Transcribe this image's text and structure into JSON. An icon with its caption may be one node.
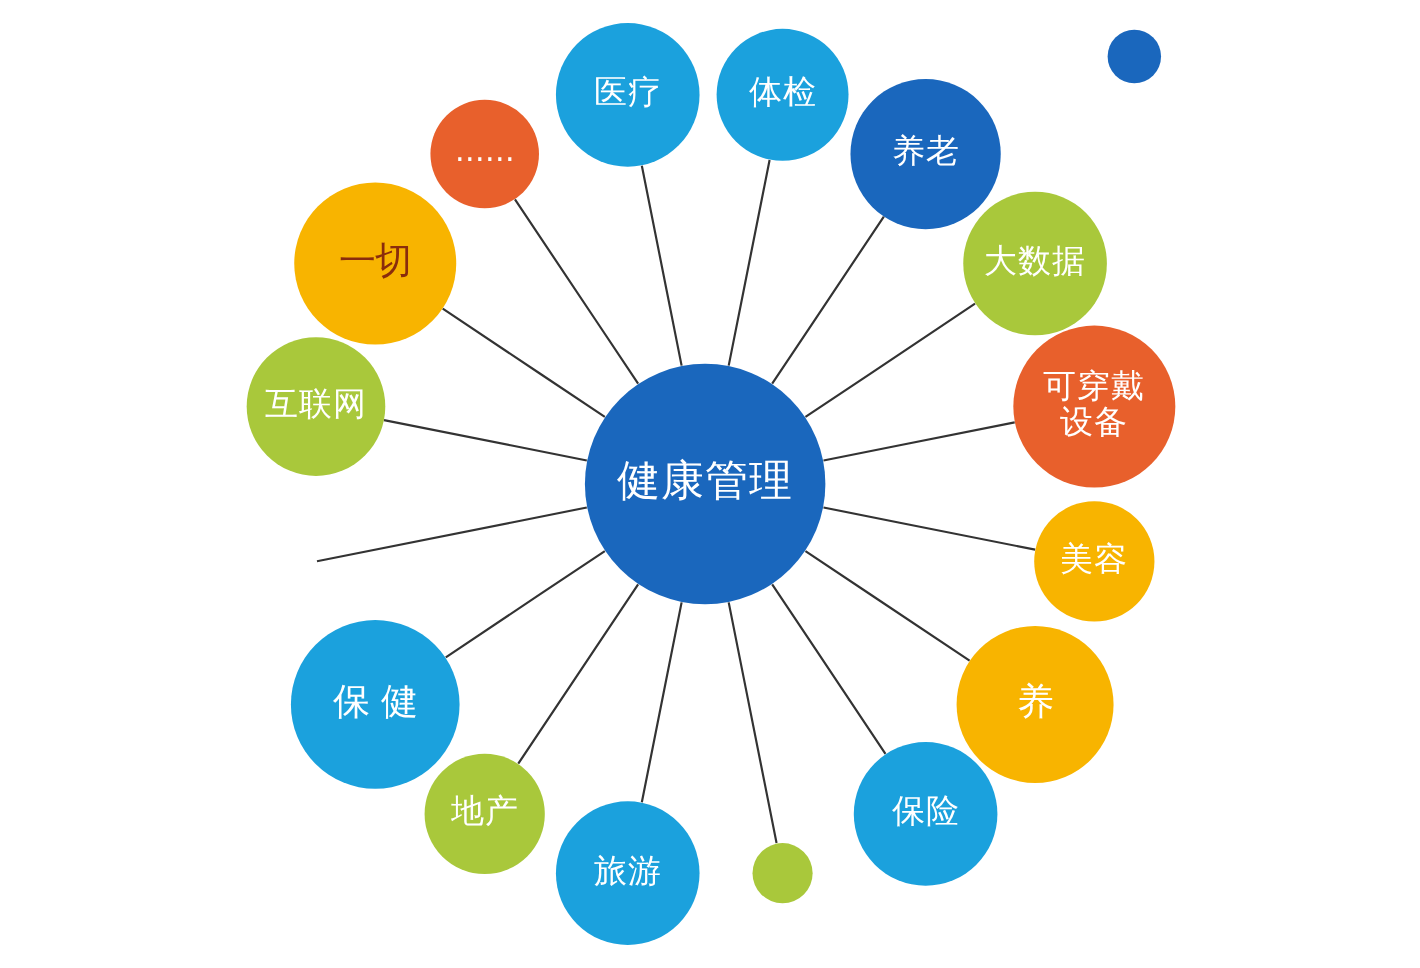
{
  "diagram": {
    "nodes": [
      {
        "text": [
          "医疗"
        ]
      },
      {
        "text": [
          "养老"
        ]
      },
      {
        "text": [
          "体检"
        ]
      },
      {
        "text": [
          "大数据"
        ]
      },
      {
        "text": [
          "一切"
        ]
      },
      {
        "text": [
          "……"
        ]
      },
      {
        "text": [],
        "shape": "circle"
      },
      {
        "text": [
          "可穿戴设备"
        ]
      },
      {
        "text": [
          "互联网"
        ]
      },
      {
        "text": [
          "健康管理"
        ]
      },
      {
        "text": [
          "美容"
        ]
      },
      {
        "text": [
          "保 健"
        ]
      },
      {
        "text": [
          "养"
        ]
      },
      {
        "text": [
          "保险"
        ]
      },
      {
        "text": [
          "旅游"
        ]
      },
      {
        "text": [],
        "shape": "circle"
      },
      {
        "text": [
          "地产"
        ]
      }
    ],
    "edges": [
      {
        "from": 9,
        "to": 0,
        "arrow": "none"
      },
      {
        "from": 9,
        "to": 2,
        "arrow": "none"
      },
      {
        "from": 9,
        "to": 1,
        "arrow": "none"
      },
      {
        "from": 9,
        "to": 3,
        "arrow": "none"
      },
      {
        "from": 9,
        "to": 7,
        "arrow": "none"
      },
      {
        "from": 9,
        "to": 10,
        "arrow": "none"
      },
      {
        "from": 9,
        "to": 12,
        "arrow": "none"
      },
      {
        "from": 9,
        "to": 13,
        "arrow": "none"
      },
      {
        "from": 9,
        "to": 15,
        "arrow": "none"
      },
      {
        "from": 9,
        "to": 14,
        "arrow": "none"
      },
      {
        "from": 9,
        "to": 16,
        "arrow": "none"
      },
      {
        "from": 9,
        "to": 11,
        "arrow": "none"
      },
      {
        "from": 9,
        "to": null,
        "arrow": "none"
      },
      {
        "from": 9,
        "to": 8,
        "arrow": "none"
      },
      {
        "from": 9,
        "to": 4,
        "arrow": "none"
      },
      {
        "from": 9,
        "to": 5,
        "arrow": "none"
      }
    ]
  }
}
